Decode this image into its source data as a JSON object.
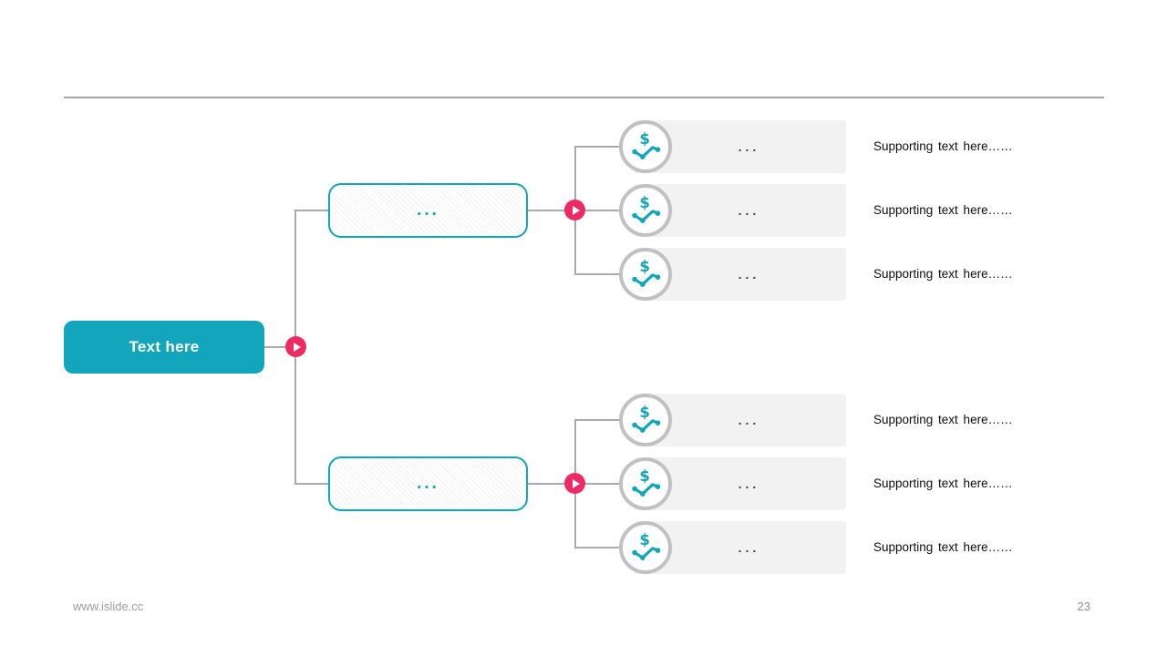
{
  "slide": {
    "root": {
      "label": "Text here"
    },
    "icon_glyph": "$",
    "branches": [
      {
        "label": "...",
        "children": [
          {
            "icon": "dollar-trend-icon",
            "bar_label": "...",
            "support_text": "Supporting text here……"
          },
          {
            "icon": "dollar-trend-icon",
            "bar_label": "...",
            "support_text": "Supporting text here……"
          },
          {
            "icon": "dollar-trend-icon",
            "bar_label": "...",
            "support_text": "Supporting text here……"
          }
        ]
      },
      {
        "label": "...",
        "children": [
          {
            "icon": "dollar-trend-icon",
            "bar_label": "...",
            "support_text": "Supporting text here……"
          },
          {
            "icon": "dollar-trend-icon",
            "bar_label": "...",
            "support_text": "Supporting text here……"
          },
          {
            "icon": "dollar-trend-icon",
            "bar_label": "...",
            "support_text": "Supporting text here……"
          }
        ]
      }
    ],
    "footer": {
      "website": "www.islide.cc",
      "page_number": "23"
    },
    "colors": {
      "teal": "#12a5bc",
      "pink": "#ee2a63",
      "connector_gray": "#a9a9a9",
      "circle_border_gray": "#c1c1c1",
      "bar_fill": "#f2f2f2",
      "footer_gray": "#9c9c9c",
      "divider_gray": "#a6a6a6"
    }
  }
}
